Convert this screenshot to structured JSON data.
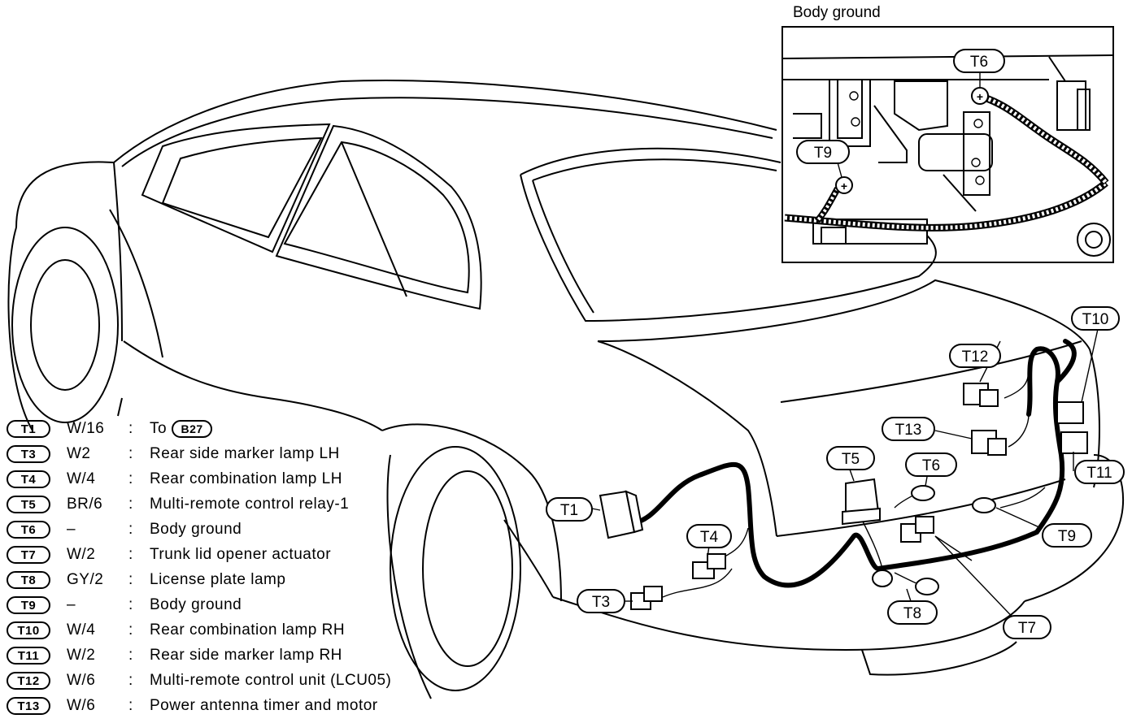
{
  "inset": {
    "title": "Body ground"
  },
  "callouts": {
    "T1": "T1",
    "T3": "T3",
    "T4": "T4",
    "T5": "T5",
    "T6": "T6",
    "T7": "T7",
    "T8": "T8",
    "T9": "T9",
    "T10": "T10",
    "T11": "T11",
    "T12": "T12",
    "T13": "T13",
    "inset_T6": "T6",
    "inset_T9": "T9"
  },
  "legend": [
    {
      "id": "T1",
      "color": "W/16",
      "desc": "To",
      "ref": "B27"
    },
    {
      "id": "T3",
      "color": "W2",
      "desc": "Rear side marker lamp LH"
    },
    {
      "id": "T4",
      "color": "W/4",
      "desc": "Rear combination lamp LH"
    },
    {
      "id": "T5",
      "color": "BR/6",
      "desc": "Multi-remote control relay-1"
    },
    {
      "id": "T6",
      "color": "–",
      "desc": "Body ground"
    },
    {
      "id": "T7",
      "color": "W/2",
      "desc": "Trunk lid opener actuator"
    },
    {
      "id": "T8",
      "color": "GY/2",
      "desc": "License plate lamp"
    },
    {
      "id": "T9",
      "color": "–",
      "desc": "Body ground"
    },
    {
      "id": "T10",
      "color": "W/4",
      "desc": "Rear combination lamp RH"
    },
    {
      "id": "T11",
      "color": "W/2",
      "desc": "Rear side marker lamp RH"
    },
    {
      "id": "T12",
      "color": "W/6",
      "desc": "Multi-remote control unit (LCU05)"
    },
    {
      "id": "T13",
      "color": "W/6",
      "desc": "Power antenna timer and motor"
    }
  ],
  "colon": ":"
}
